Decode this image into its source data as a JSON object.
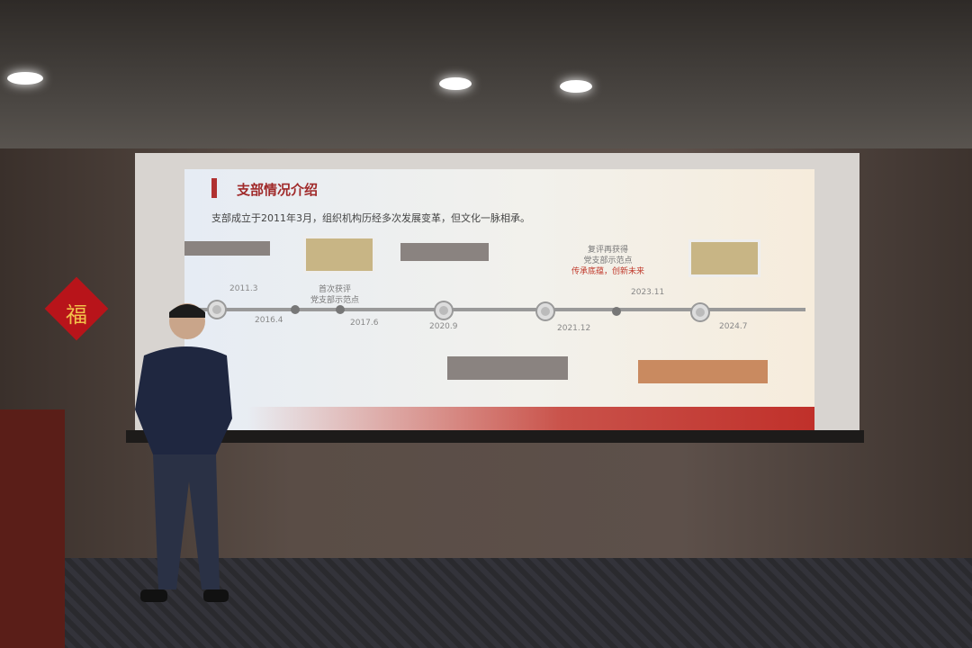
{
  "slide": {
    "title": "支部情况介绍",
    "subtitle": "支部成立于2011年3月，组织机构历经多次发展变革，但文化一脉相承。",
    "dates": [
      "2011.3",
      "2016.4",
      "2017.6",
      "2020.9",
      "2021.12",
      "2023.11",
      "2024.7"
    ],
    "note1_line1": "首次获评",
    "note1_line2": "党支部示范点",
    "note2_line1": "复评再获得",
    "note2_line2": "党支部示范点",
    "note2_line3": "传承底蕴，创新未来"
  },
  "decor": {
    "fu": "福"
  }
}
